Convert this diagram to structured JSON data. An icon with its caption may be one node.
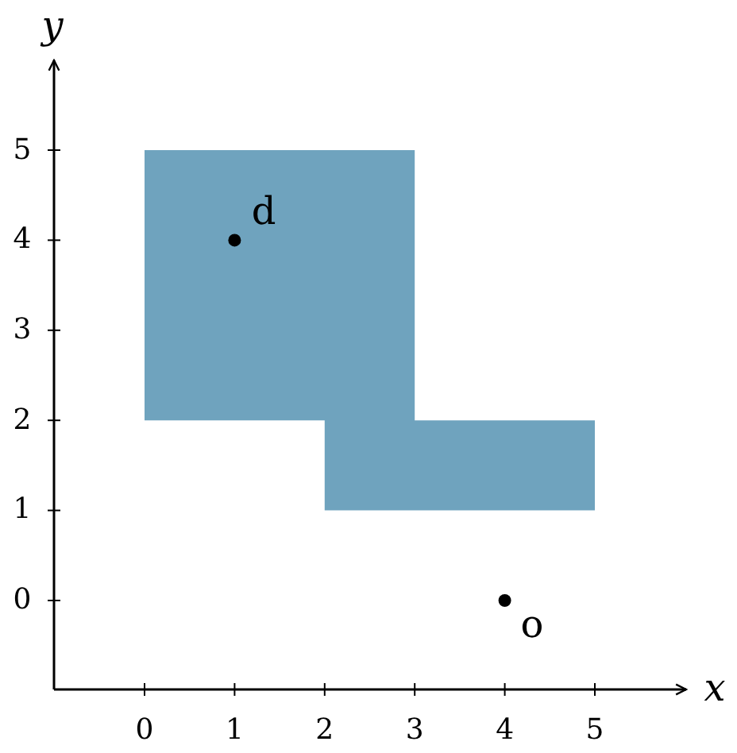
{
  "diagram": {
    "labels": [
      "y",
      "5",
      "4",
      "3",
      "2",
      "1",
      "0",
      "d",
      "o",
      "0",
      "1",
      "2",
      "3",
      "4",
      "5",
      "x"
    ]
  }
}
